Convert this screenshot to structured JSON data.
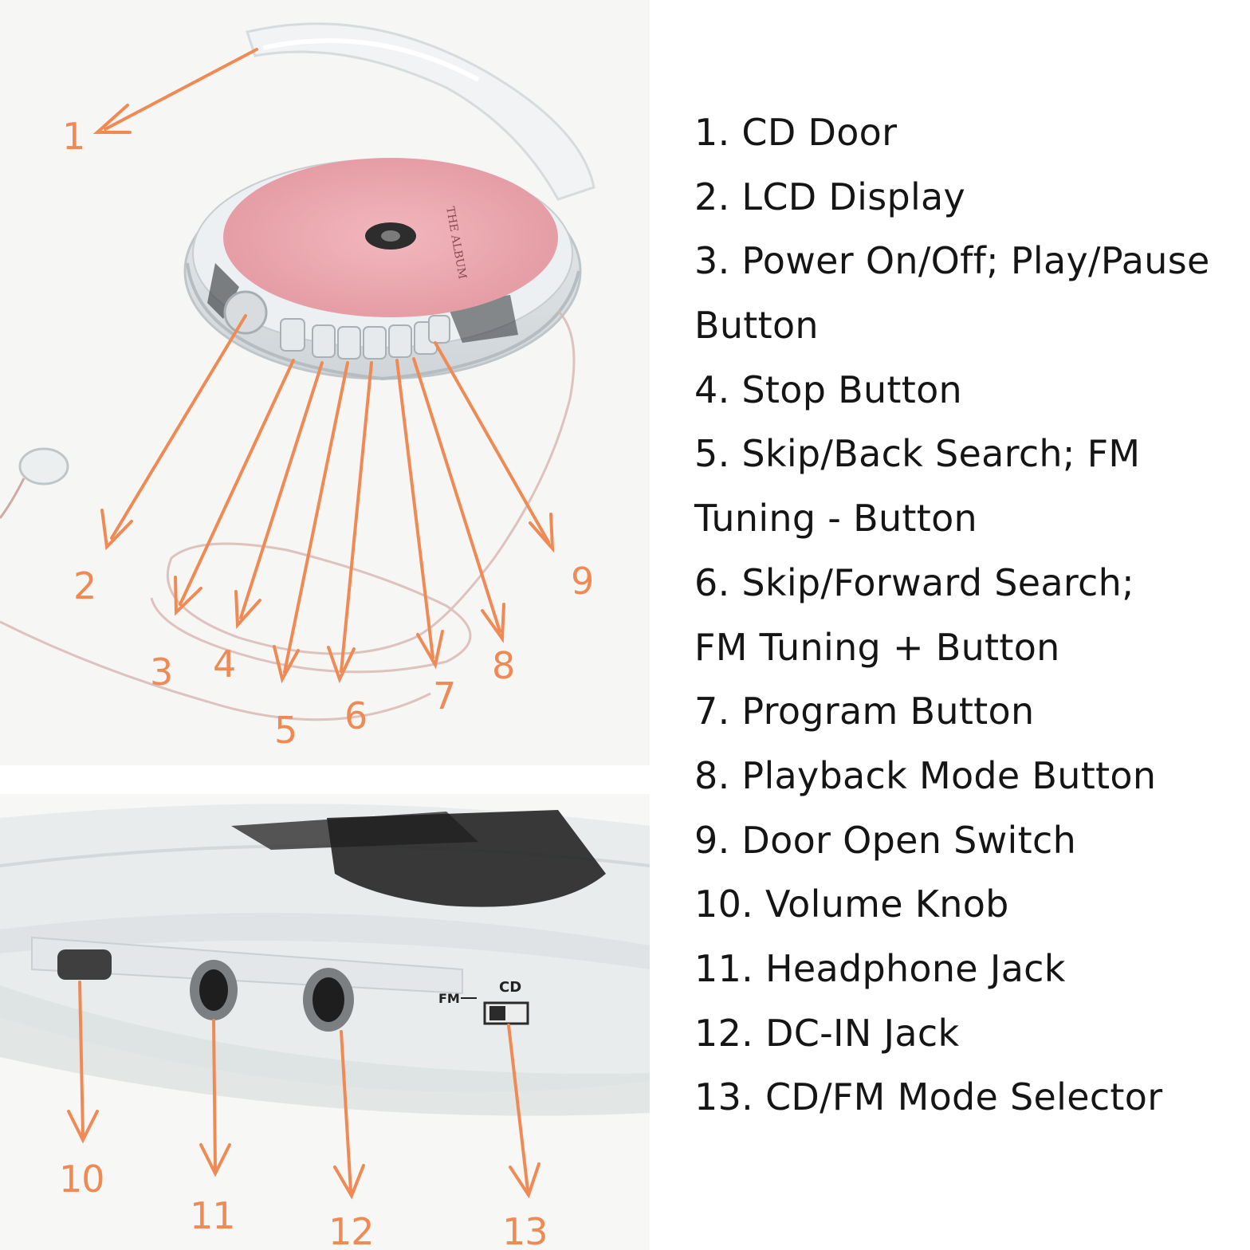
{
  "colors": {
    "accent": "#f08a55",
    "legend_text": "#151515",
    "disc_pink": "#eeaab2"
  },
  "callouts": {
    "c1": "1",
    "c2": "2",
    "c3": "3",
    "c4": "4",
    "c5": "5",
    "c6": "6",
    "c7": "7",
    "c8": "8",
    "c9": "9",
    "c10": "10",
    "c11": "11",
    "c12": "12",
    "c13": "13"
  },
  "disc_label": "THE ALBUM",
  "panel_labels": {
    "cd": "CD",
    "fm": "FM"
  },
  "legend": [
    "1. CD Door",
    "2. LCD Display",
    "3. Power On/Off; Play/Pause",
    "Button",
    "4. Stop Button",
    "5. Skip/Back Search; FM",
    "Tuning - Button",
    "6. Skip/Forward Search;",
    "FM Tuning + Button",
    "7. Program Button",
    "8. Playback Mode Button",
    "9. Door Open Switch",
    "10. Volume Knob",
    "11. Headphone Jack",
    "12. DC-IN Jack",
    "13. CD/FM Mode Selector"
  ]
}
